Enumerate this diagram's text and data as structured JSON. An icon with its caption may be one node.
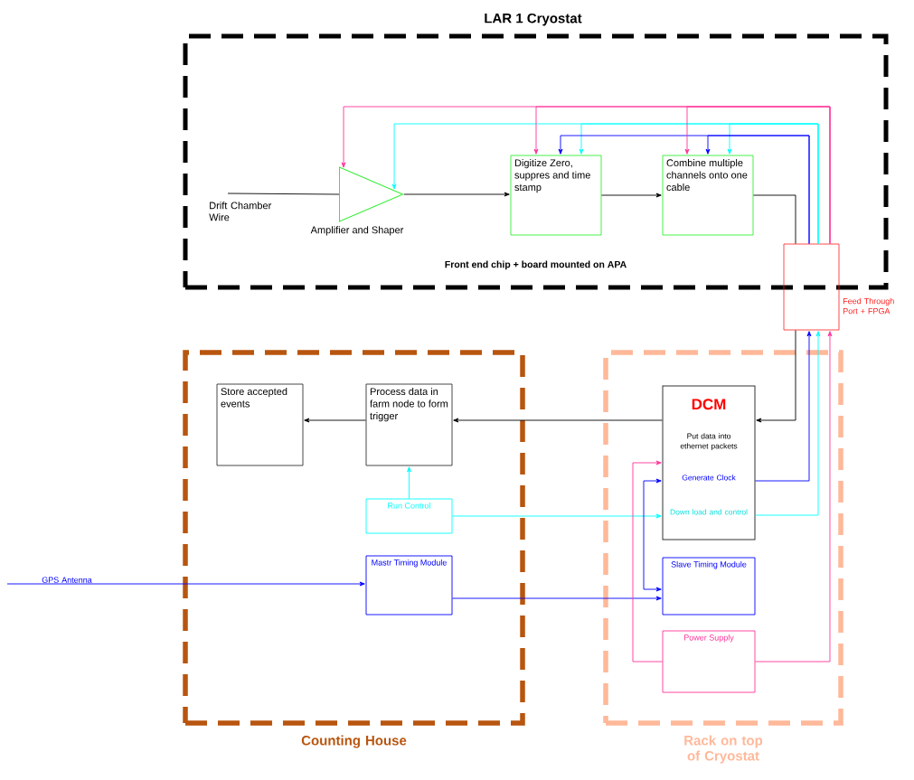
{
  "diagram": {
    "nodes": [
      {
        "text": [
          "LAR 1 Cryostat",
          "Front end chip + board mounted on APA"
        ]
      },
      {
        "text": [
          "Drift Chamber Wire"
        ],
        "in": 0
      },
      {
        "text": [],
        "shape": "triangle",
        "beside": [
          "Amplifier and Shaper"
        ],
        "in": 0
      },
      {
        "text": [
          "Digitize Zero, suppres and time stamp"
        ],
        "in": 0
      },
      {
        "text": [
          "Combine multiple channels onto one cable"
        ],
        "in": 0
      },
      {
        "text": [],
        "shape": "box",
        "beside": [
          "Feed Through Port + FPGA"
        ]
      },
      {
        "text": [
          "Counting House"
        ]
      },
      {
        "text": [
          "Store accepted events"
        ],
        "in": 6
      },
      {
        "text": [
          "Process data in farm node to form trigger"
        ],
        "in": 6
      },
      {
        "text": [
          "Run Control"
        ],
        "in": 6
      },
      {
        "text": [
          "Mastr Timing Module"
        ],
        "in": 6
      },
      {
        "text": [
          "GPS Antenna"
        ]
      },
      {
        "text": [
          "Rack on top of Cryostat"
        ]
      },
      {
        "text": [
          "DCM",
          "Put data into ethernet packets",
          "Generate Clock",
          "Down load and control"
        ],
        "in": 12
      },
      {
        "text": [
          "Slave Timing Module"
        ],
        "in": 12
      },
      {
        "text": [
          "Power Supply"
        ],
        "in": 12
      }
    ],
    "edges": [
      {
        "from": 1,
        "to": 2,
        "arrow": "none"
      },
      {
        "from": 2,
        "to": 3,
        "arrow": "to"
      },
      {
        "from": 3,
        "to": 4,
        "arrow": "to"
      },
      {
        "from": 4,
        "to": 5,
        "arrow": "none"
      },
      {
        "from": 5,
        "to": 13,
        "arrow": "to"
      },
      {
        "from": 13,
        "to": 8,
        "arrow": "to"
      },
      {
        "from": 8,
        "to": 7,
        "arrow": "to"
      },
      {
        "from": 9,
        "to": 8,
        "arrow": "to",
        "color": "#00ffff"
      },
      {
        "from": 9,
        "to": 13,
        "arrow": "to",
        "color": "#00ffff"
      },
      {
        "from": 11,
        "to": 10,
        "arrow": "to",
        "color": "#0000ff"
      },
      {
        "from": 10,
        "to": 14,
        "arrow": "to",
        "color": "#0000ff"
      },
      {
        "from": 13,
        "to": 5,
        "arrow": "to",
        "color": "#00ffff"
      },
      {
        "from": 5,
        "to": 2,
        "arrow": "to",
        "color": "#00ffff"
      },
      {
        "from": 5,
        "to": 3,
        "arrow": "to",
        "color": "#00ffff"
      },
      {
        "from": 5,
        "to": 4,
        "arrow": "to",
        "color": "#00ffff"
      },
      {
        "from": 13,
        "to": 5,
        "arrow": "to",
        "color": "#0000ff"
      },
      {
        "from": 5,
        "to": 3,
        "arrow": "to",
        "color": "#0000ff"
      },
      {
        "from": 5,
        "to": 4,
        "arrow": "to",
        "color": "#0000ff"
      },
      {
        "from": 14,
        "to": 13,
        "arrow": "both",
        "color": "#0000ff"
      },
      {
        "from": 15,
        "to": 13,
        "arrow": "to",
        "color": "#ff3399"
      },
      {
        "from": 15,
        "to": 5,
        "arrow": "to",
        "color": "#ff3399"
      },
      {
        "from": 5,
        "to": 2,
        "arrow": "to",
        "color": "#ff3399"
      },
      {
        "from": 5,
        "to": 3,
        "arrow": "to",
        "color": "#ff3399"
      },
      {
        "from": 5,
        "to": 4,
        "arrow": "to",
        "color": "#ff3399"
      }
    ]
  }
}
